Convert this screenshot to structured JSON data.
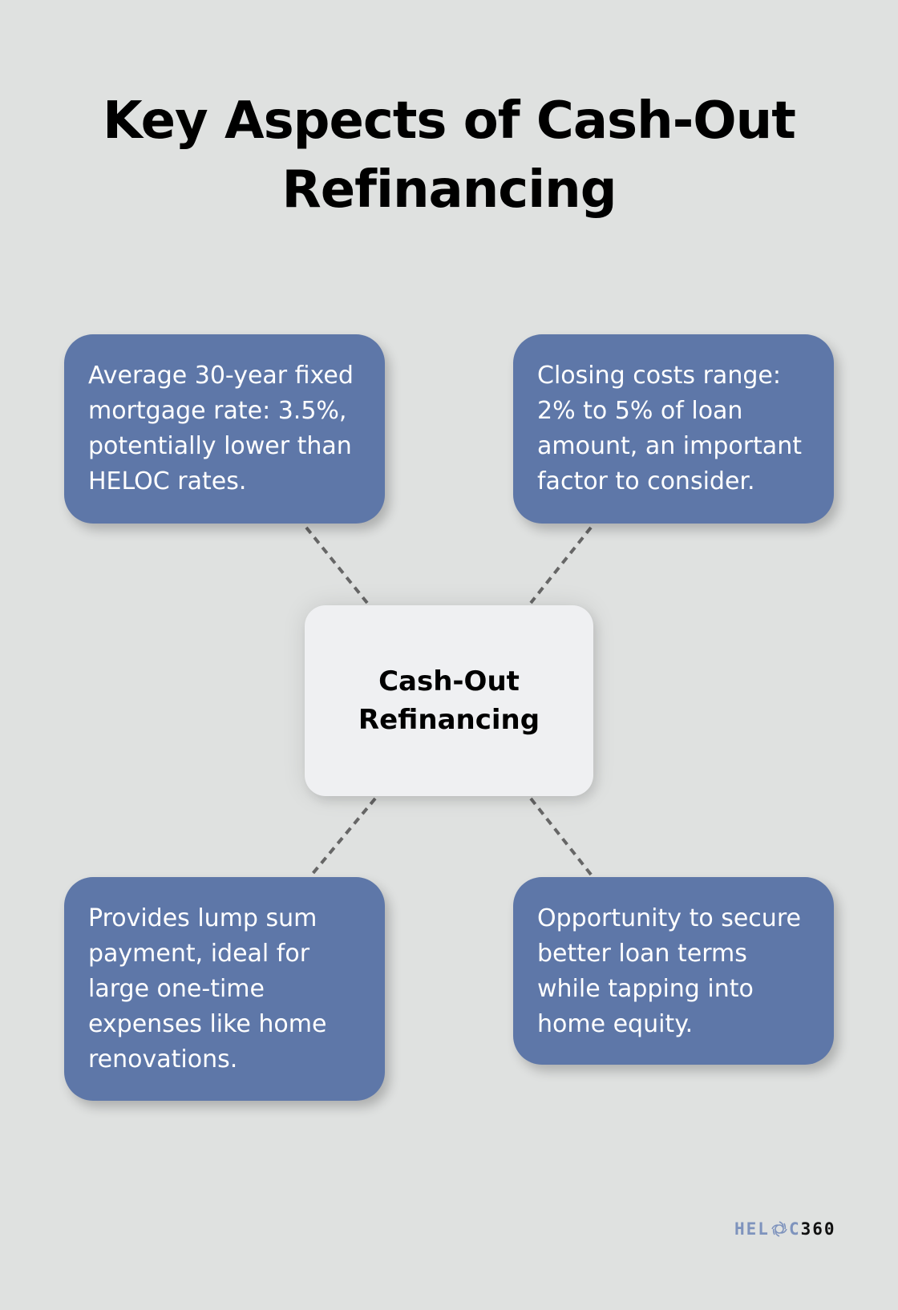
{
  "title": {
    "line1": "Key Aspects of Cash-Out",
    "line2": "Refinancing"
  },
  "center_node": {
    "line1": "Cash-Out",
    "line2": "Refinancing"
  },
  "cards": [
    {
      "position": "top-left",
      "text": "Average 30-year fixed mortgage rate: 3.5%, potentially lower than HELOC rates."
    },
    {
      "position": "top-right",
      "text": "Closing costs range: 2% to 5% of loan amount, an important factor to consider."
    },
    {
      "position": "bottom-left",
      "text": "Provides lump sum payment, ideal for large one-time expenses like home renovations."
    },
    {
      "position": "bottom-right",
      "text": "Opportunity to secure better loan terms while tapping into home equity."
    }
  ],
  "logo": {
    "part1": "HEL",
    "icon": "swirl-o-icon",
    "part2": "C",
    "part3": "360"
  },
  "colors": {
    "background": "#dfe1e0",
    "card": "#5e77a8",
    "card_text": "#ffffff",
    "center_node": "#eff0f2",
    "connector": "#666666",
    "logo_accent": "#7e93bd",
    "logo_dark": "#111111"
  }
}
